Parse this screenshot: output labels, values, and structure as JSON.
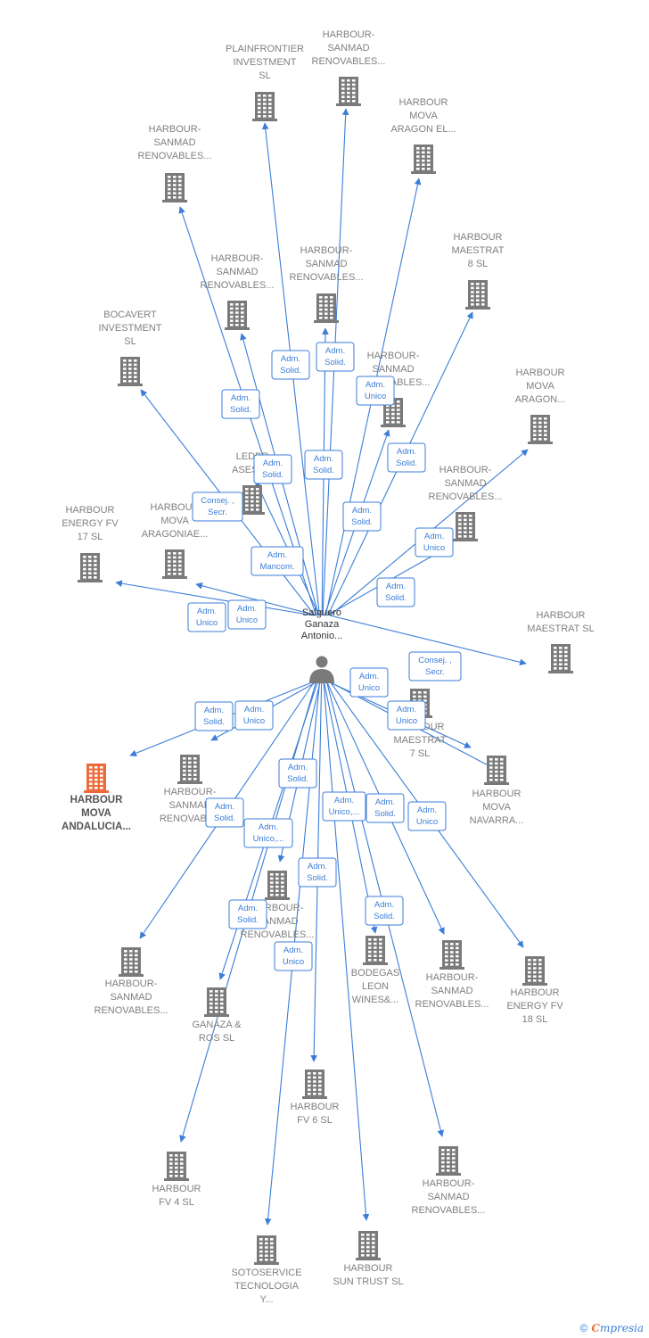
{
  "center": {
    "label": [
      "Salguero",
      "Ganaza",
      "Antonio..."
    ],
    "icon": "person-icon"
  },
  "colors": {
    "edge": "#3b7dd8",
    "building": "#7a7a7a",
    "main_building": "#ef6a3a",
    "label": "#808080"
  },
  "nodes": [
    {
      "id": "plainfrontier",
      "label": [
        "PLAINFRONTIER",
        "INVESTMENT",
        "SL"
      ]
    },
    {
      "id": "hs-top",
      "label": [
        "HARBOUR-",
        "SANMAD",
        "RENOVABLES..."
      ]
    },
    {
      "id": "hma-el",
      "label": [
        "HARBOUR",
        "MOVA",
        "ARAGON EL..."
      ]
    },
    {
      "id": "hs-left-top",
      "label": [
        "HARBOUR-",
        "SANMAD",
        "RENOVABLES..."
      ]
    },
    {
      "id": "hs-mid1",
      "label": [
        "HARBOUR-",
        "SANMAD",
        "RENOVABLES..."
      ]
    },
    {
      "id": "hs-mid2",
      "label": [
        "HARBOUR-",
        "SANMAD",
        "RENOVABLES..."
      ]
    },
    {
      "id": "maestrat8",
      "label": [
        "HARBOUR",
        "MAESTRAT",
        "8  SL"
      ]
    },
    {
      "id": "bocavert",
      "label": [
        "BOCAVERT",
        "INVESTMENT",
        "SL"
      ]
    },
    {
      "id": "hs-mid3",
      "label": [
        "HARBOUR-",
        "SANMAD",
        "RENOVABLES..."
      ]
    },
    {
      "id": "hma-aragon",
      "label": [
        "HARBOUR",
        "MOVA",
        "ARAGON..."
      ]
    },
    {
      "id": "ledbr",
      "label": [
        "LEDBR",
        "ASESOR"
      ]
    },
    {
      "id": "hs-right",
      "label": [
        "HARBOUR-",
        "SANMAD",
        "RENOVABLES..."
      ]
    },
    {
      "id": "energy17",
      "label": [
        "HARBOUR",
        "ENERGY FV",
        "17  SL"
      ]
    },
    {
      "id": "mova-aragoniae",
      "label": [
        "HARBOUR",
        "MOVA",
        "ARAGONIAE..."
      ]
    },
    {
      "id": "maestrat",
      "label": [
        "HARBOUR",
        "MAESTRAT  SL"
      ]
    },
    {
      "id": "maestrat7",
      "label": [
        "HARBOUR",
        "MAESTRAT",
        "7  SL"
      ]
    },
    {
      "id": "mova-andalucia",
      "label": [
        "HARBOUR",
        "MOVA",
        "ANDALUCIA..."
      ],
      "main": true
    },
    {
      "id": "hs-renovabl",
      "label": [
        "HARBOUR-",
        "SANMAD",
        "RENOVABL..."
      ]
    },
    {
      "id": "mova-navarra",
      "label": [
        "HARBOUR",
        "MOVA",
        "NAVARRA..."
      ]
    },
    {
      "id": "hs-lower-mid",
      "label": [
        "HARBOUR-",
        "SANMAD",
        "RENOVABLES..."
      ]
    },
    {
      "id": "hs-lower-left",
      "label": [
        "HARBOUR-",
        "SANMAD",
        "RENOVABLES..."
      ]
    },
    {
      "id": "bodegas",
      "label": [
        "BODEGAS",
        "LEON",
        "WINES&..."
      ]
    },
    {
      "id": "hs-lower-right",
      "label": [
        "HARBOUR-",
        "SANMAD",
        "RENOVABLES..."
      ]
    },
    {
      "id": "energy18",
      "label": [
        "HARBOUR",
        "ENERGY FV",
        "18  SL"
      ]
    },
    {
      "id": "ganaza-ros",
      "label": [
        "GANAZA &",
        "ROS  SL"
      ]
    },
    {
      "id": "fv6",
      "label": [
        "HARBOUR",
        "FV 6  SL"
      ]
    },
    {
      "id": "fv4",
      "label": [
        "HARBOUR",
        "FV 4  SL"
      ]
    },
    {
      "id": "hs-bottom-right",
      "label": [
        "HARBOUR-",
        "SANMAD",
        "RENOVABLES..."
      ]
    },
    {
      "id": "sotoservice",
      "label": [
        "SOTOSERVICE",
        "TECNOLOGIA",
        "Y..."
      ]
    },
    {
      "id": "sun-trust",
      "label": [
        "HARBOUR",
        "SUN TRUST  SL"
      ]
    }
  ],
  "relations": [
    [
      "Adm.",
      "Solid."
    ],
    [
      "Adm.",
      "Solid."
    ],
    [
      "Adm.",
      "Solid."
    ],
    [
      "Adm.",
      "Unico"
    ],
    [
      "Adm.",
      "Solid."
    ],
    [
      "Adm.",
      "Solid."
    ],
    [
      "Consej. ,",
      "Secr."
    ],
    [
      "Adm.",
      "Solid."
    ],
    [
      "Adm.",
      "Unico"
    ],
    [
      "Adm.",
      "Mancom."
    ],
    [
      "Adm.",
      "Solid."
    ],
    [
      "Adm.",
      "Unico"
    ],
    [
      "Adm.",
      "Unico"
    ],
    [
      "Consej. ,",
      "Secr."
    ],
    [
      "Adm.",
      "Solid."
    ],
    [
      "Adm.",
      "Unico"
    ],
    [
      "Adm.",
      "Unico"
    ],
    [
      "Adm.",
      "Unico"
    ],
    [
      "Adm.",
      "Solid."
    ],
    [
      "Adm.",
      "Unico,..."
    ],
    [
      "Adm.",
      "Solid."
    ],
    [
      "Adm.",
      "Unico"
    ],
    [
      "Adm.",
      "Solid."
    ],
    [
      "Adm.",
      "Unico,..."
    ],
    [
      "Adm.",
      "Solid."
    ],
    [
      "Adm.",
      "Solid."
    ],
    [
      "Adm.",
      "Solid."
    ],
    [
      "Adm.",
      "Unico"
    ],
    [
      "Adm.",
      "Solid."
    ]
  ],
  "footer": {
    "copyright": "©",
    "brand_first": "C",
    "brand_rest": "mpresia"
  }
}
